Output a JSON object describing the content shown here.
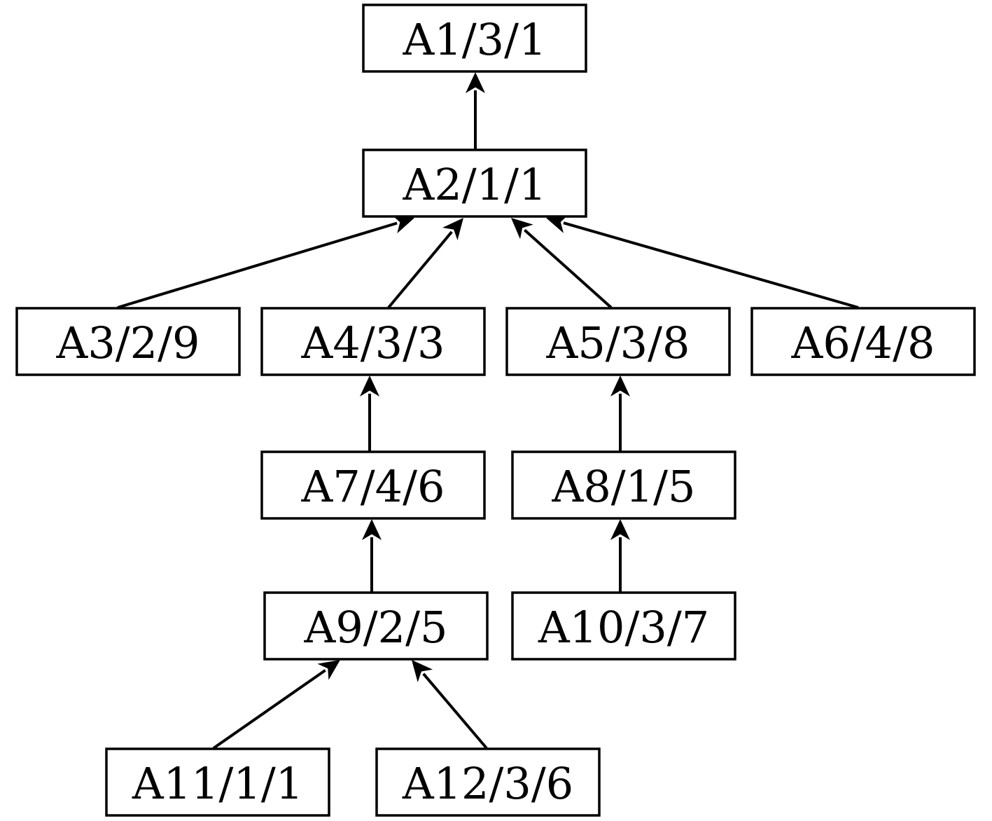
{
  "nodes": [
    {
      "id": "A1",
      "label": "A1/3/1"
    },
    {
      "id": "A2",
      "label": "A2/1/1"
    },
    {
      "id": "A3",
      "label": "A3/2/9"
    },
    {
      "id": "A4",
      "label": "A4/3/3"
    },
    {
      "id": "A5",
      "label": "A5/3/8"
    },
    {
      "id": "A6",
      "label": "A6/4/8"
    },
    {
      "id": "A7",
      "label": "A7/4/6"
    },
    {
      "id": "A8",
      "label": "A8/1/5"
    },
    {
      "id": "A9",
      "label": "A9/2/5"
    },
    {
      "id": "A10",
      "label": "A10/3/7"
    },
    {
      "id": "A11",
      "label": "A11/1/1"
    },
    {
      "id": "A12",
      "label": "A12/3/6"
    }
  ],
  "edges": [
    {
      "from": "A2",
      "to": "A1"
    },
    {
      "from": "A3",
      "to": "A2"
    },
    {
      "from": "A4",
      "to": "A2"
    },
    {
      "from": "A5",
      "to": "A2"
    },
    {
      "from": "A6",
      "to": "A2"
    },
    {
      "from": "A7",
      "to": "A4"
    },
    {
      "from": "A8",
      "to": "A5"
    },
    {
      "from": "A9",
      "to": "A7"
    },
    {
      "from": "A10",
      "to": "A8"
    },
    {
      "from": "A11",
      "to": "A9"
    },
    {
      "from": "A12",
      "to": "A9"
    }
  ]
}
